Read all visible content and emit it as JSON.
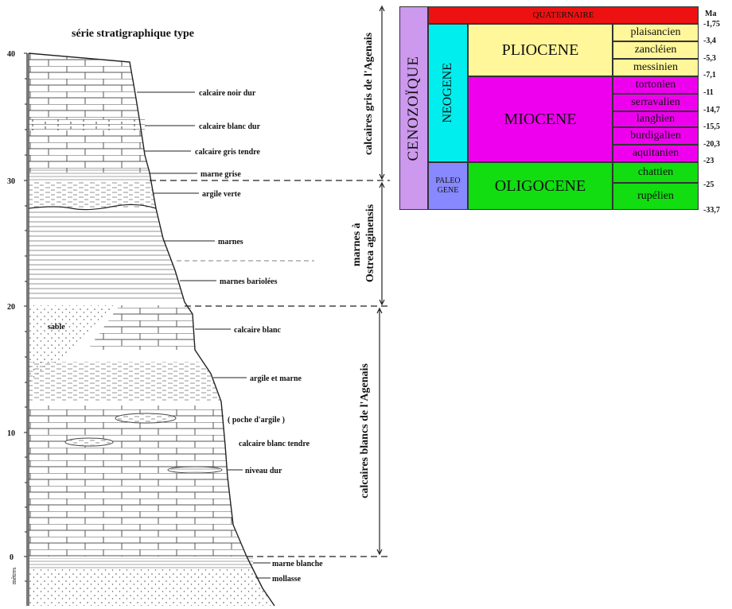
{
  "diagram": {
    "title": "série stratigraphique type",
    "y_axis": {
      "unit": "mètres",
      "ticks": [
        "0",
        "10",
        "20",
        "30",
        "40"
      ]
    },
    "layers": [
      "calcaire noir dur",
      "calcaire blanc dur",
      "calcaire gris tendre",
      "marne grise",
      "argile verte",
      "marnes",
      "marnes bariolées",
      "calcaire blanc",
      "argile et marne",
      "( poche d'argile )",
      "calcaire blanc tendre",
      "niveau dur",
      "marne blanche",
      "mollasse"
    ],
    "inset_label": "sable",
    "formations": [
      "calcaires gris de l'Agenais",
      "marnes à Ostrea aginensis",
      "calcaires blancs de l'Agenais"
    ]
  },
  "timescale": {
    "era": "CENOZOÏQUE",
    "quaternary": "QUATERNAIRE",
    "periods": {
      "neogene": "NEOGENE",
      "paleogene": "PALEO GENE"
    },
    "epochs": {
      "pliocene": "PLIOCENE",
      "miocene": "MIOCENE",
      "oligocene": "OLIGOCENE"
    },
    "stages": [
      "plaisancien",
      "zancléien",
      "messinien",
      "tortonien",
      "serravalien",
      "langhien",
      "burdigalien",
      "aquitanien",
      "chattien",
      "rupélien"
    ],
    "ma_header": "Ma",
    "ages": [
      "-1,75",
      "-3,4",
      "-5,3",
      "-7,1",
      "-11",
      "-14,7",
      "-15,5",
      "-20,3",
      "-23",
      "-25",
      "-33,7"
    ],
    "colors": {
      "quaternary": "#ee1111",
      "era": "#cc99ee",
      "neogene": "#00eeee",
      "paleogene": "#8888ff",
      "pliocene": "#fff799",
      "miocene": "#ee00ee",
      "oligocene": "#11dd11"
    }
  }
}
